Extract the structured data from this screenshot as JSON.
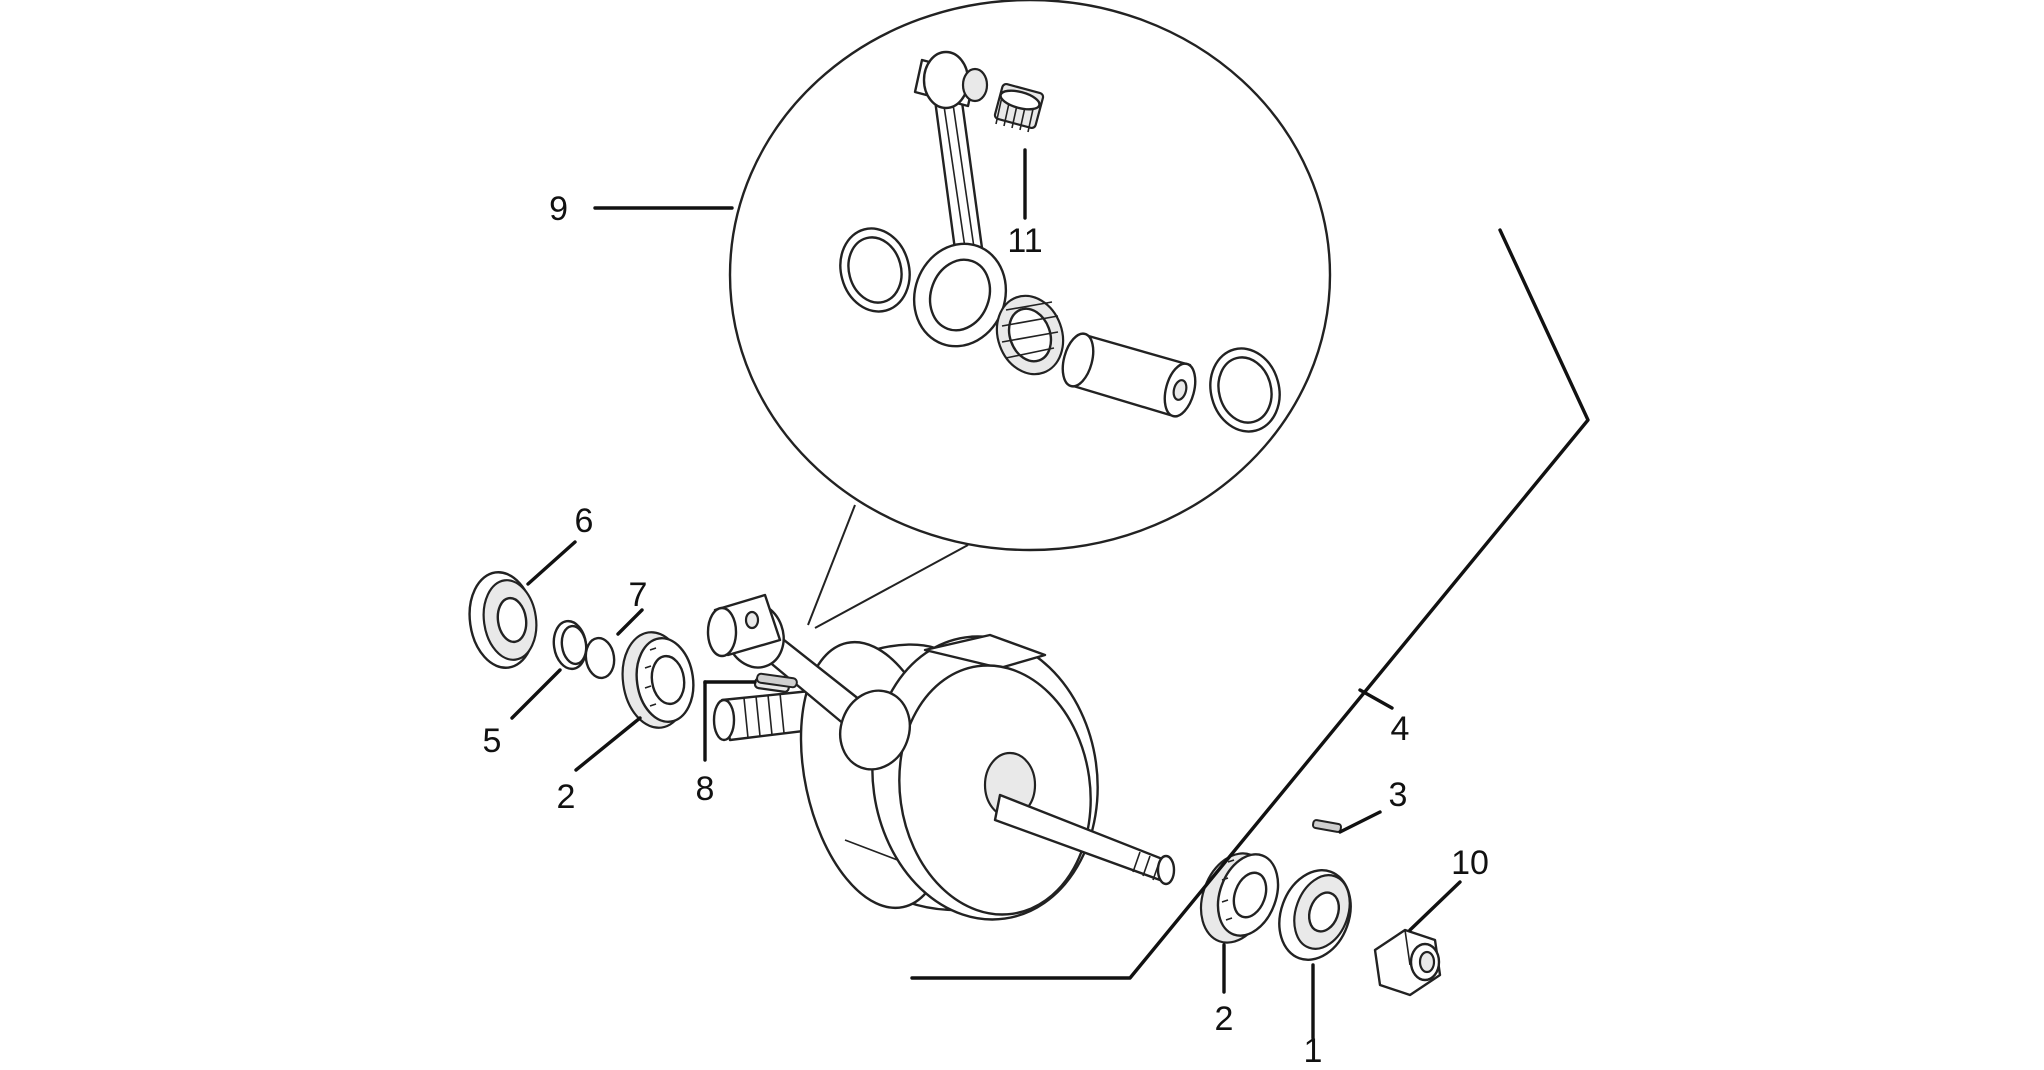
{
  "diagram": {
    "callouts": [
      {
        "id": "c1",
        "label": "1"
      },
      {
        "id": "c2a",
        "label": "2"
      },
      {
        "id": "c2b",
        "label": "2"
      },
      {
        "id": "c3",
        "label": "3"
      },
      {
        "id": "c4",
        "label": "4"
      },
      {
        "id": "c5",
        "label": "5"
      },
      {
        "id": "c6",
        "label": "6"
      },
      {
        "id": "c7",
        "label": "7"
      },
      {
        "id": "c8",
        "label": "8"
      },
      {
        "id": "c9",
        "label": "9"
      },
      {
        "id": "c10",
        "label": "10"
      },
      {
        "id": "c11",
        "label": "11"
      }
    ]
  }
}
